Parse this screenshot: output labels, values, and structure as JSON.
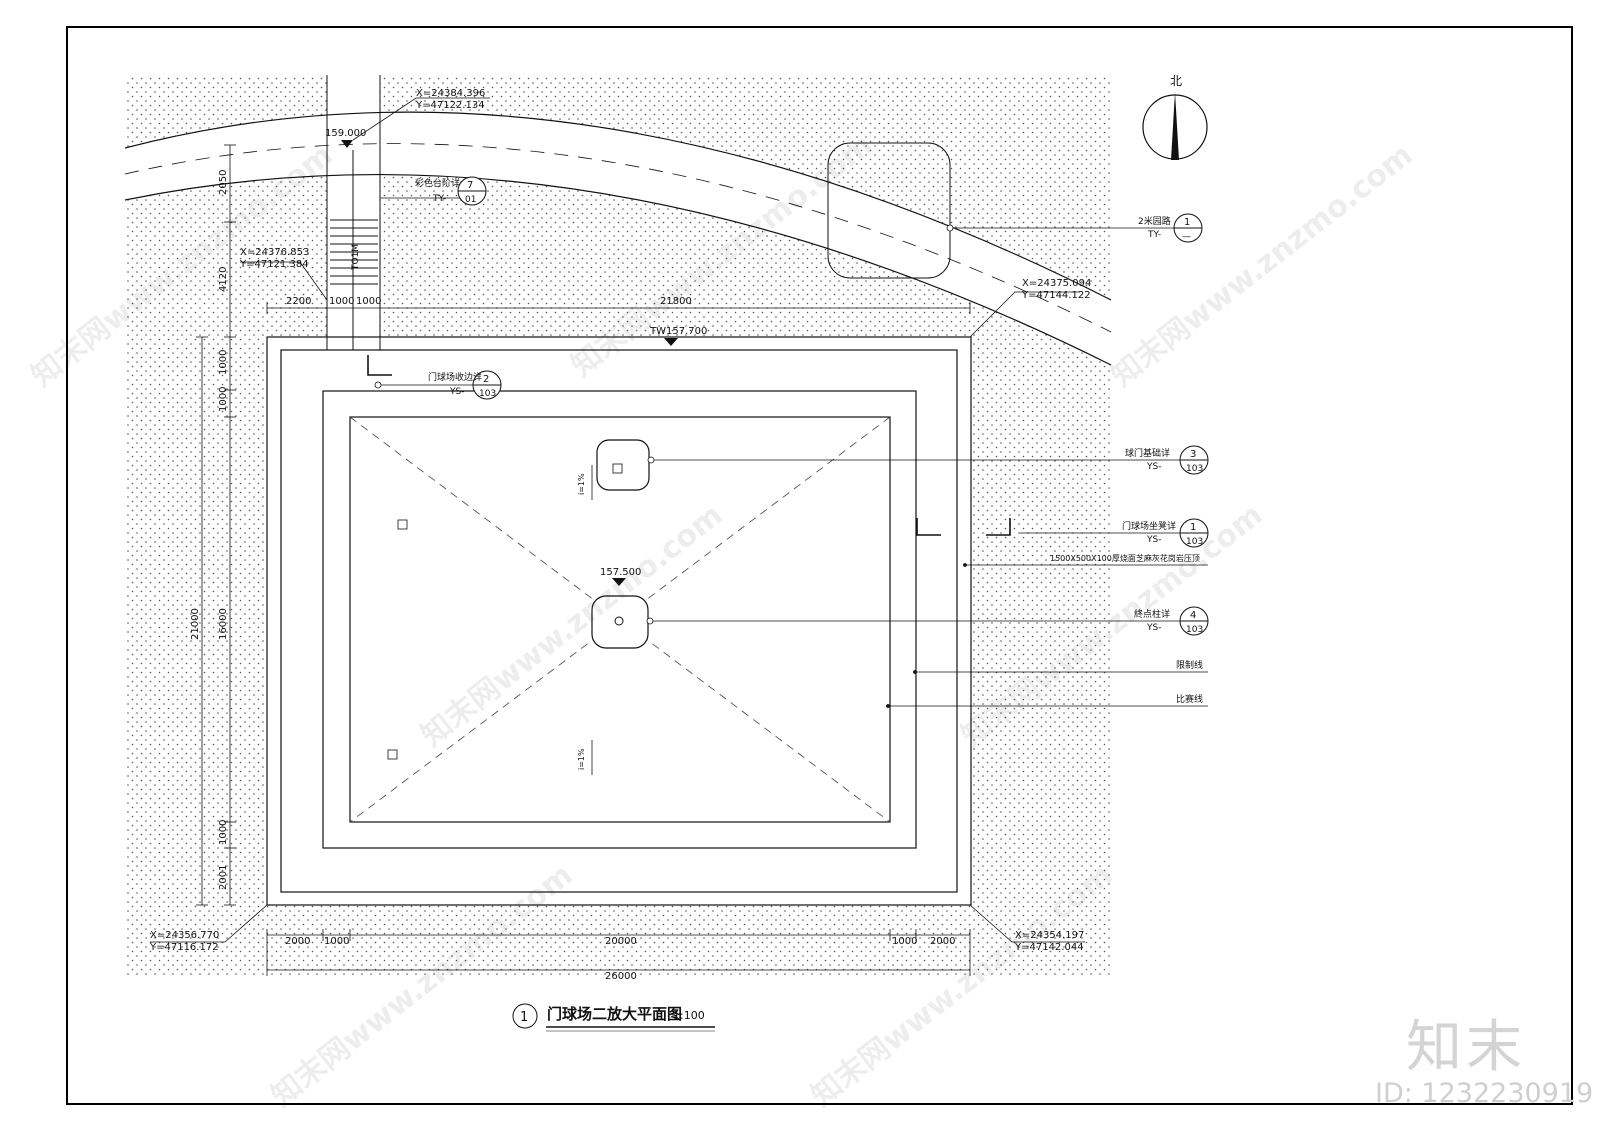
{
  "title": {
    "number": "1",
    "name": "门球场二放大平面图",
    "scale": "1:100"
  },
  "north": "北",
  "coordinates": {
    "c1": [
      "X=24384.396",
      "Y=47122.134"
    ],
    "c2": [
      "X=24376.853",
      "Y=47121.384"
    ],
    "c3": [
      "X=24375.094",
      "Y=47144.122"
    ],
    "c4": [
      "X=24356.770",
      "Y=47116.172"
    ],
    "c5": [
      "X=24354.197",
      "Y=47142.044"
    ]
  },
  "elevations": {
    "road": "159.000",
    "tw": "TW157.700",
    "center": "157.500"
  },
  "dimensions": {
    "top": [
      "2200",
      "1000",
      "1000",
      "21800"
    ],
    "left": [
      "2050",
      "4120",
      "1000",
      "1000",
      "21000",
      "16000",
      "1000",
      "2001"
    ],
    "bottom": [
      "2000",
      "1000",
      "20000",
      "1000",
      "2000",
      "26000"
    ],
    "stair": "TO1M"
  },
  "callouts": {
    "stair": {
      "label": "彩色台阶详",
      "num": "7",
      "sheet": "01",
      "prefix": "TY-"
    },
    "road": {
      "label": "2米园路",
      "num": "1",
      "sheet": "—",
      "prefix": "TY-"
    },
    "curb": {
      "label": "门球场收边详",
      "num": "2",
      "sheet": "103",
      "prefix": "YS-"
    },
    "gate": {
      "label": "球门基础详",
      "num": "3",
      "sheet": "103",
      "prefix": "YS-"
    },
    "seat": {
      "label": "门球场坐凳详",
      "num": "1",
      "sheet": "103",
      "prefix": "YS-"
    },
    "pave": {
      "label": "1500X500X100厚烧面芝麻灰花岗岩压顶"
    },
    "post": {
      "label": "終点柱详",
      "num": "4",
      "sheet": "103",
      "prefix": "YS-"
    },
    "limit": {
      "label": "限制线"
    },
    "game": {
      "label": "比赛线"
    }
  },
  "slopes": {
    "s1": "i=1%",
    "s2": "i=1%"
  },
  "brand": "知末",
  "drawing_id": "ID: 1232230919",
  "watermark": "知末网www.znzmo.com"
}
